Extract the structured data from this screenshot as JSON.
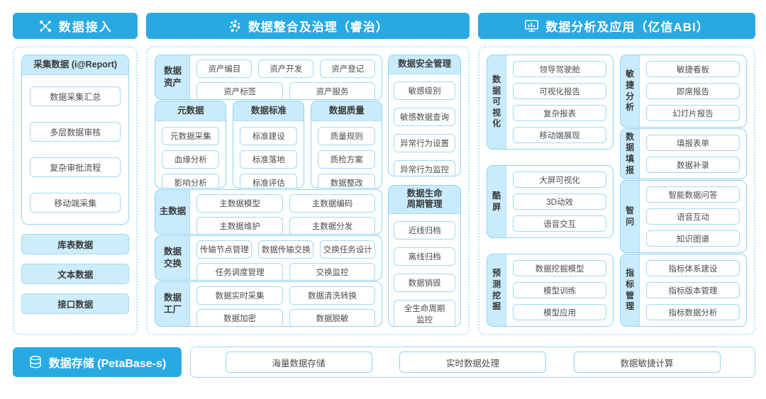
{
  "palette": {
    "header_blue": "#29A9E2",
    "band_fill": "#C9EBFB",
    "filled_pill": "#CDEDFB",
    "border_strong": "#8FD3F5",
    "border_light": "#9FDAF7",
    "panel_dotted": "#BDE5FA",
    "text_dark": "#3A3A3A",
    "text_item": "#4D4D4D"
  },
  "panels": {
    "access": {
      "title": "数据接入",
      "icon": "network-dots-icon",
      "collect_box": {
        "title": "采集数据 (i@Report)",
        "items": [
          "数据采集汇总",
          "多层数据审核",
          "复杂审批流程",
          "移动端采集"
        ]
      },
      "source_items": [
        "库表数据",
        "文本数据",
        "接口数据"
      ]
    },
    "governance": {
      "title": "数据整合及治理（睿治）",
      "icon": "dot-cluster-icon",
      "asset": {
        "label": "数据资产",
        "row1": [
          "资产编目",
          "资产开发",
          "资产登记"
        ],
        "row2": [
          "资产标签",
          "资产服务"
        ]
      },
      "capability_boxes": [
        {
          "title": "元数据",
          "items": [
            "元数据采集",
            "血缘分析",
            "影响分析"
          ]
        },
        {
          "title": "数据标准",
          "items": [
            "标准建设",
            "标准落地",
            "标准评估"
          ]
        },
        {
          "title": "数据质量",
          "items": [
            "质量规则",
            "质检方案",
            "数据整改"
          ]
        }
      ],
      "master": {
        "label": "主数据",
        "row1": [
          "主数据模型",
          "主数据编码"
        ],
        "row2": [
          "主数据维护",
          "主数据分发"
        ]
      },
      "exchange": {
        "label": "数据交换",
        "row1": [
          "传输节点管理",
          "数据传输交换",
          "交换任务设计"
        ],
        "row2": [
          "任务调度管理",
          "交换监控"
        ]
      },
      "factory": {
        "label": "数据工厂",
        "row1": [
          "数据实时采集",
          "数据清洗转换"
        ],
        "row2": [
          "数据加密",
          "数据脱敏"
        ]
      },
      "security": {
        "title": "数据安全管理",
        "items": [
          "敏感级别",
          "敏感数据查询",
          "异常行为设置",
          "异常行为监控"
        ]
      },
      "lifecycle": {
        "title": "数据生命周期管理",
        "items": [
          "近线归档",
          "离线归档",
          "数据销毁",
          "全生命周期监控"
        ]
      }
    },
    "analysis": {
      "title": "数据分析及应用（亿信ABI）",
      "icon": "monitor-chart-icon",
      "left_groups": [
        {
          "label": "数据可视化",
          "items": [
            "领导驾驶舱",
            "可视化报告",
            "复杂报表",
            "移动端展现"
          ]
        },
        {
          "label": "酷屏",
          "items": [
            "大屏可视化",
            "3D动效",
            "语音交互"
          ]
        },
        {
          "label": "预测挖掘",
          "items": [
            "数据挖掘模型",
            "模型训练",
            "模型应用"
          ]
        }
      ],
      "right_groups": [
        {
          "label": "敏捷分析",
          "items": [
            "敏捷看板",
            "即席报告",
            "幻灯片报告"
          ]
        },
        {
          "label": "数据填报",
          "items": [
            "填报表单",
            "数据补录"
          ]
        },
        {
          "label": "智问",
          "items": [
            "智能数据问答",
            "语音互动",
            "知识图谱"
          ]
        },
        {
          "label": "指标管理",
          "items": [
            "指标体系建设",
            "指标版本管理",
            "指标数据分析"
          ]
        }
      ]
    },
    "storage": {
      "title": "数据存储 (PetaBase-s)",
      "icon": "database-icon",
      "items": [
        "海量数据存储",
        "实时数据处理",
        "数据敏捷计算"
      ]
    }
  }
}
